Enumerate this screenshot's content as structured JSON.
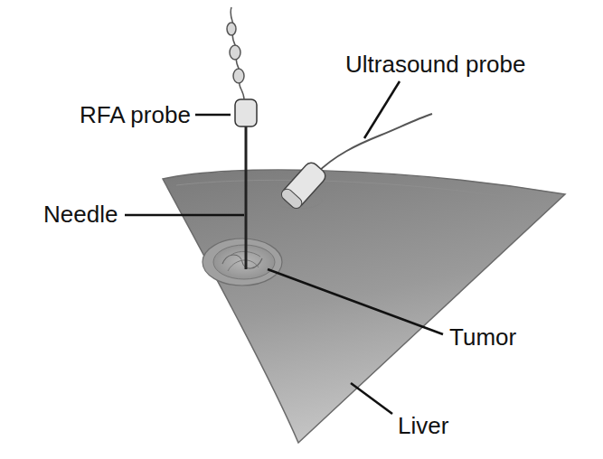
{
  "diagram": {
    "labels": [
      "Ultrasound probe",
      "RFA probe",
      "Needle",
      "Tumor",
      "Liver"
    ]
  }
}
